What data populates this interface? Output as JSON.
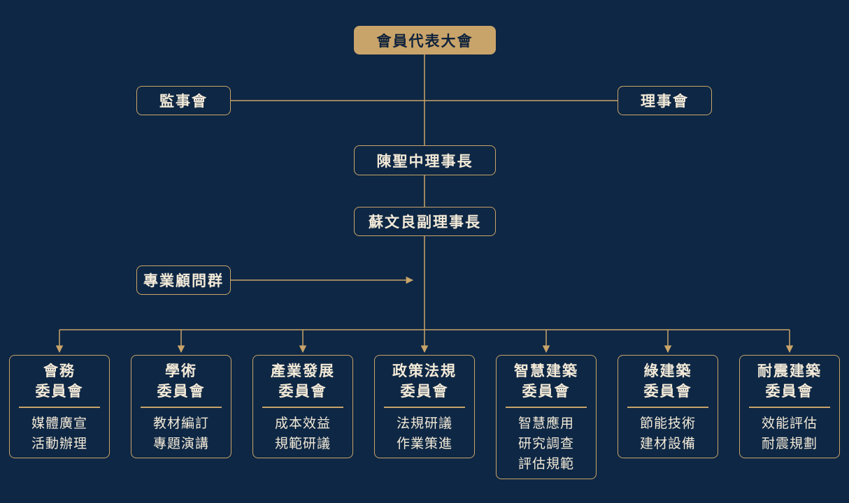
{
  "general_assembly": "會員代表大會",
  "supervisors": "監事會",
  "directors": "理事會",
  "chairman": "陳聖中理事長",
  "vice_chairman": "蘇文良副理事長",
  "advisors": "專業顧問群",
  "committees": [
    {
      "title1": "會務",
      "title2": "委員會",
      "duties": [
        "媒體廣宣",
        "活動辦理"
      ]
    },
    {
      "title1": "學術",
      "title2": "委員會",
      "duties": [
        "教材編訂",
        "專題演講"
      ]
    },
    {
      "title1": "產業發展",
      "title2": "委員會",
      "duties": [
        "成本效益",
        "規範研議"
      ]
    },
    {
      "title1": "政策法規",
      "title2": "委員會",
      "duties": [
        "法規研議",
        "作業策進"
      ]
    },
    {
      "title1": "智慧建築",
      "title2": "委員會",
      "duties": [
        "智慧應用",
        "研究調查",
        "評估規範"
      ]
    },
    {
      "title1": "綠建築",
      "title2": "委員會",
      "duties": [
        "節能技術",
        "建材設備"
      ]
    },
    {
      "title1": "耐震建築",
      "title2": "委員會",
      "duties": [
        "效能評估",
        "耐震規劃"
      ]
    }
  ]
}
